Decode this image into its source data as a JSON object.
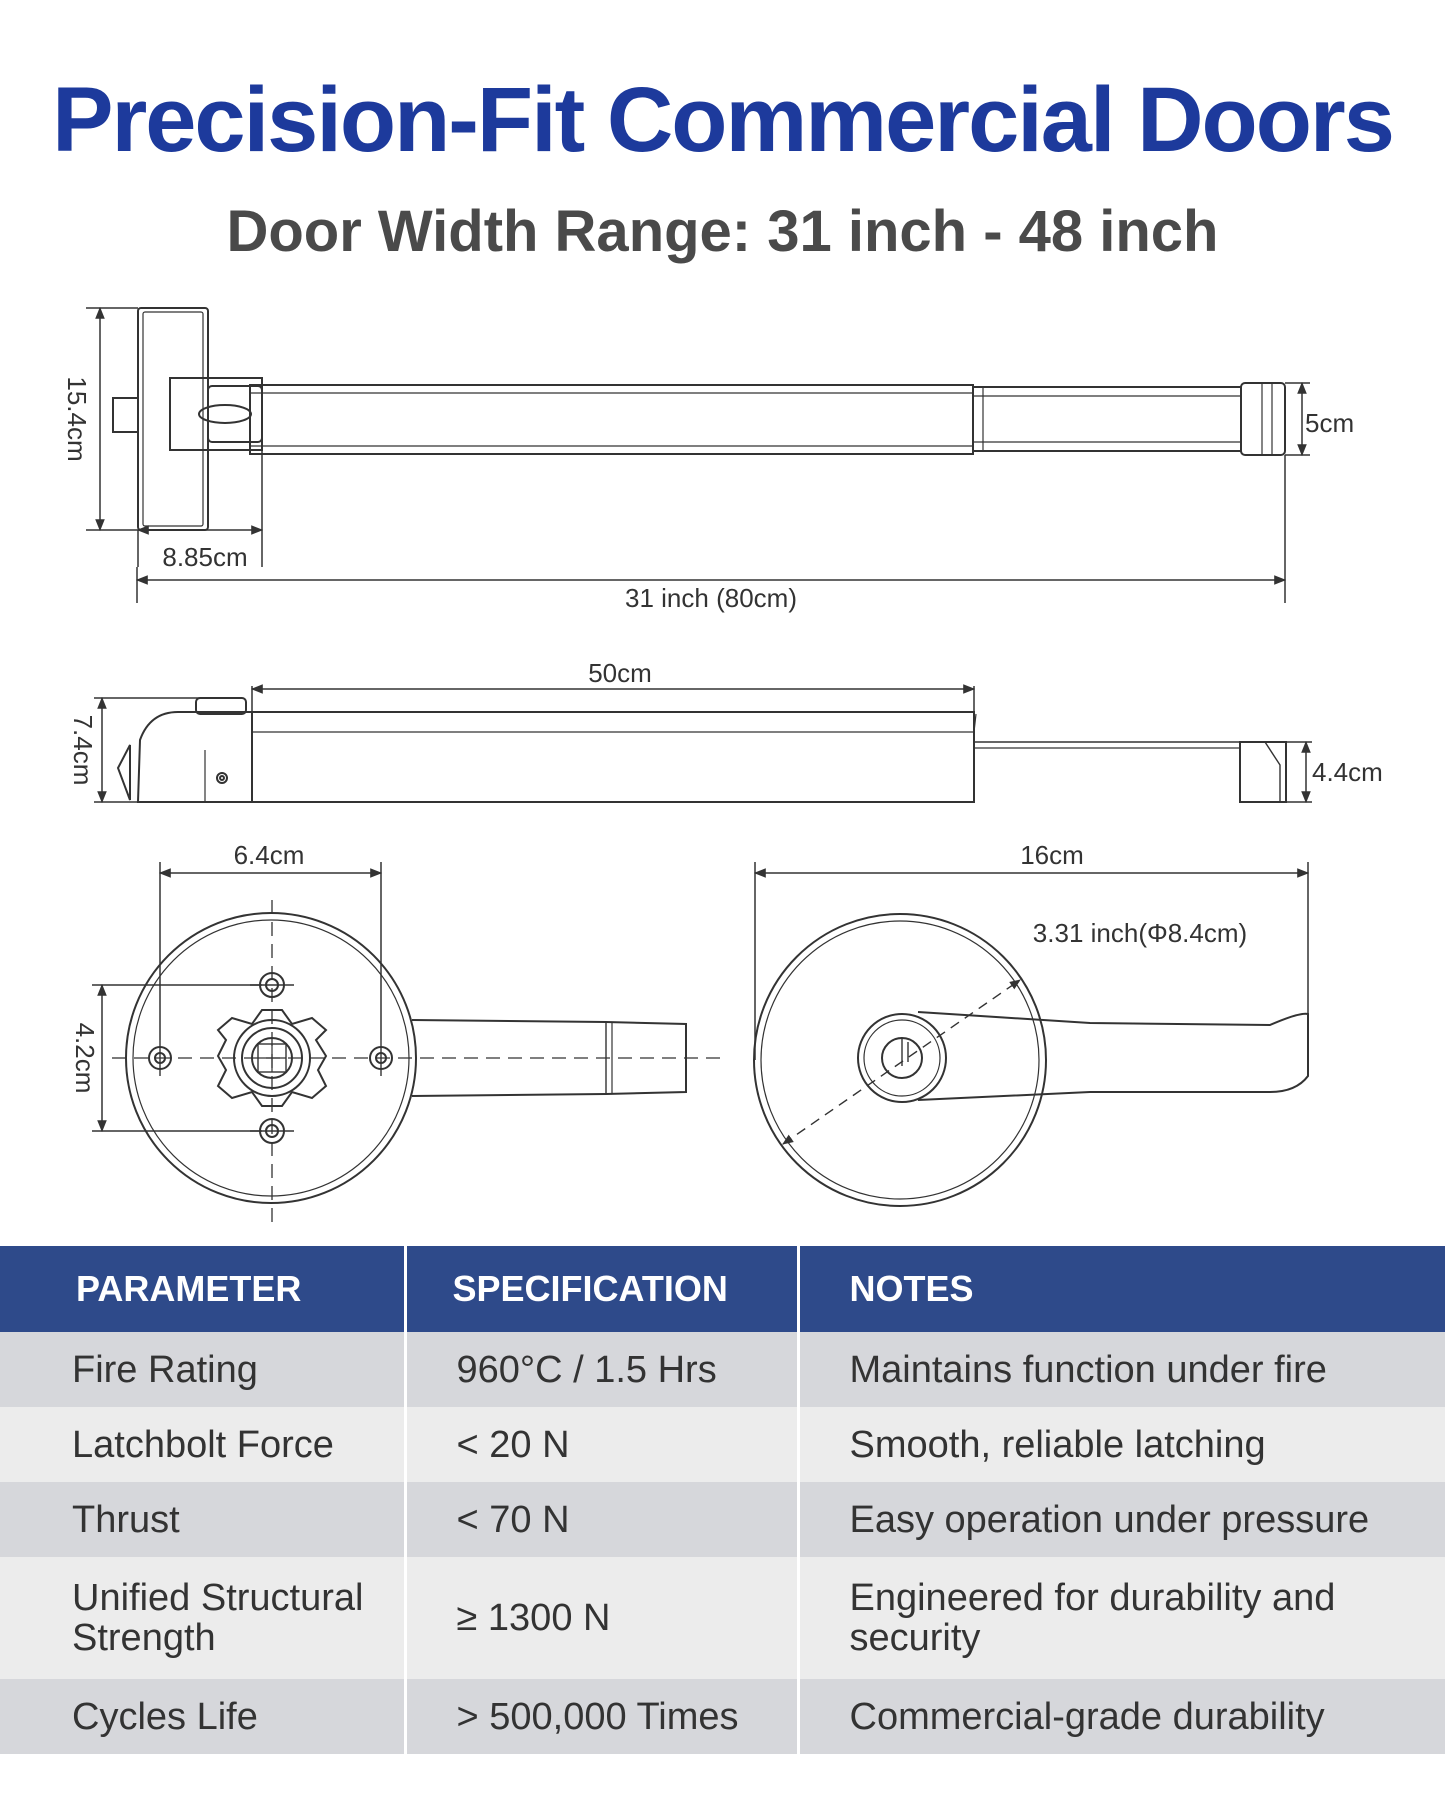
{
  "header": {
    "title": "Precision-Fit Commercial Doors",
    "subtitle": "Door Width Range: 31 inch - 48 inch"
  },
  "dimensions": {
    "top_view": {
      "height": "15.4cm",
      "base_width": "8.85cm",
      "overall_length": "31 inch (80cm)",
      "bar_height": "5cm"
    },
    "side_view": {
      "push_pad_length": "50cm",
      "height": "7.4cm",
      "end_height": "4.4cm"
    },
    "trim_front": {
      "hole_spacing_h": "6.4cm",
      "hole_spacing_v": "4.2cm"
    },
    "trim_back": {
      "lever_length": "16cm",
      "rose_diameter": "3.31 inch(Φ8.4cm)"
    }
  },
  "table": {
    "headers": [
      "PARAMETER",
      "SPECIFICATION",
      "NOTES"
    ],
    "rows": [
      {
        "parameter": "Fire Rating",
        "specification": "960°C / 1.5 Hrs",
        "notes": "Maintains function under fire"
      },
      {
        "parameter": "Latchbolt Force",
        "specification": "< 20 N",
        "notes": "Smooth, reliable latching"
      },
      {
        "parameter": "Thrust",
        "specification": "< 70 N",
        "notes": "Easy operation under pressure"
      },
      {
        "parameter": "Unified Structural Strength",
        "specification": "≥ 1300 N",
        "notes": "Engineered for durability and security"
      },
      {
        "parameter": "Cycles Life",
        "specification": ">  500,000 Times",
        "notes": "Commercial-grade durability"
      }
    ]
  },
  "colors": {
    "title": "#1d3a9c",
    "table_header": "#2e4a8a",
    "row_dark": "#d6d7db",
    "row_light": "#ececec"
  }
}
